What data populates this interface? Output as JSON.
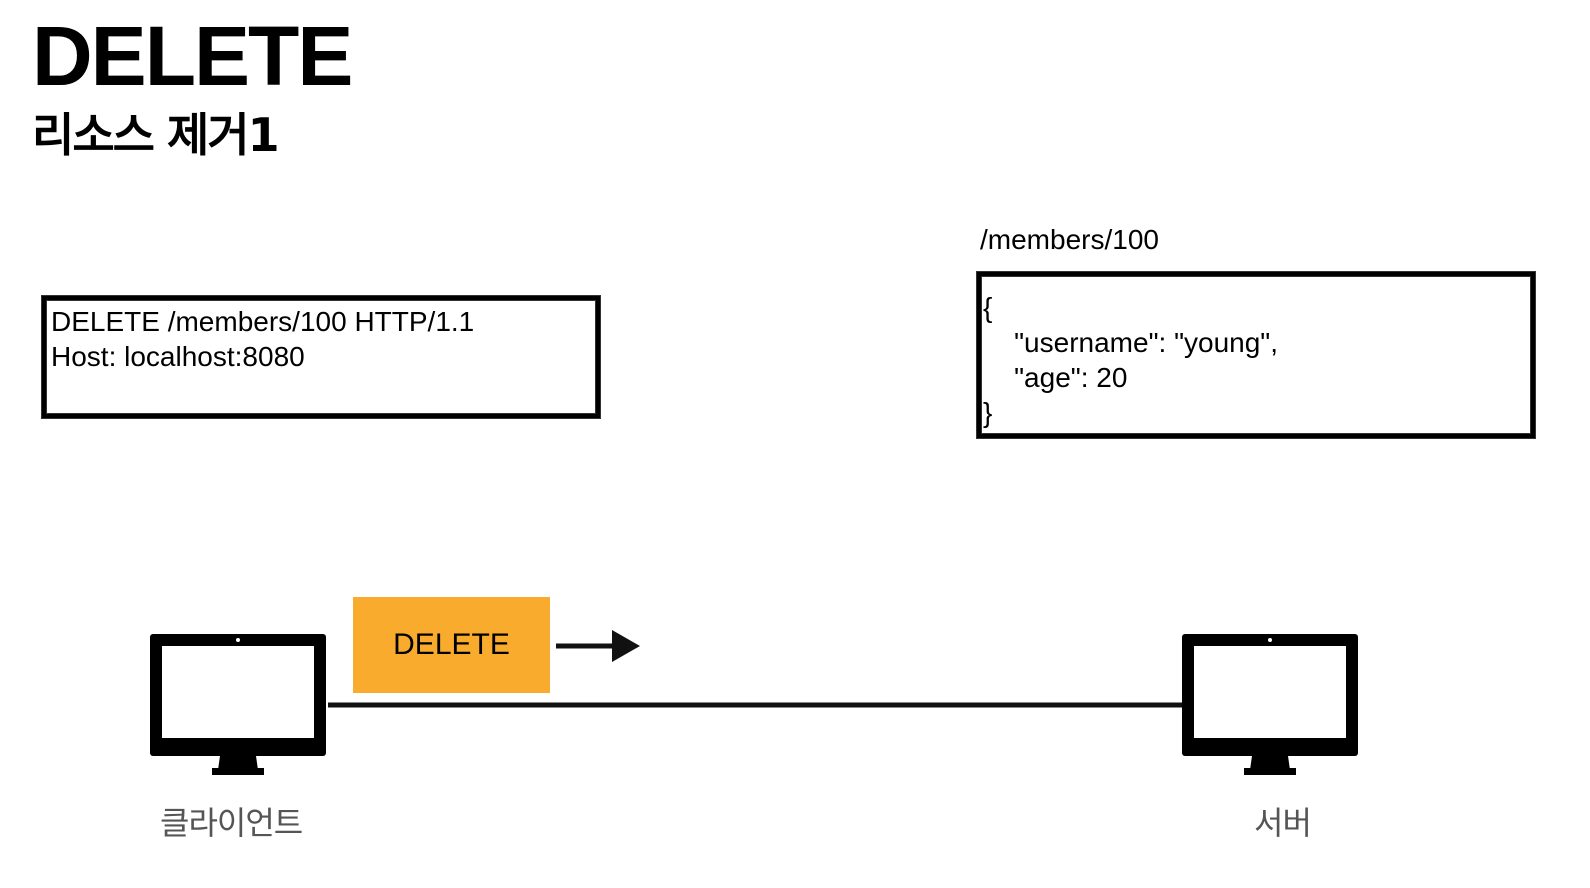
{
  "title": "DELETE",
  "subtitle": "리소스 제거1",
  "request": {
    "lines": [
      "DELETE /members/100 HTTP/1.1",
      "Host: localhost:8080"
    ]
  },
  "resource": {
    "path": "/members/100",
    "lines": [
      "{",
      "    \"username\": \"young\",",
      "    \"age\": 20",
      "}"
    ]
  },
  "method_badge": {
    "label": "DELETE",
    "color": "#f9ab2e"
  },
  "client": {
    "label": "클라이언트",
    "icon": "monitor-icon"
  },
  "server": {
    "label": "서버",
    "icon": "monitor-icon"
  }
}
